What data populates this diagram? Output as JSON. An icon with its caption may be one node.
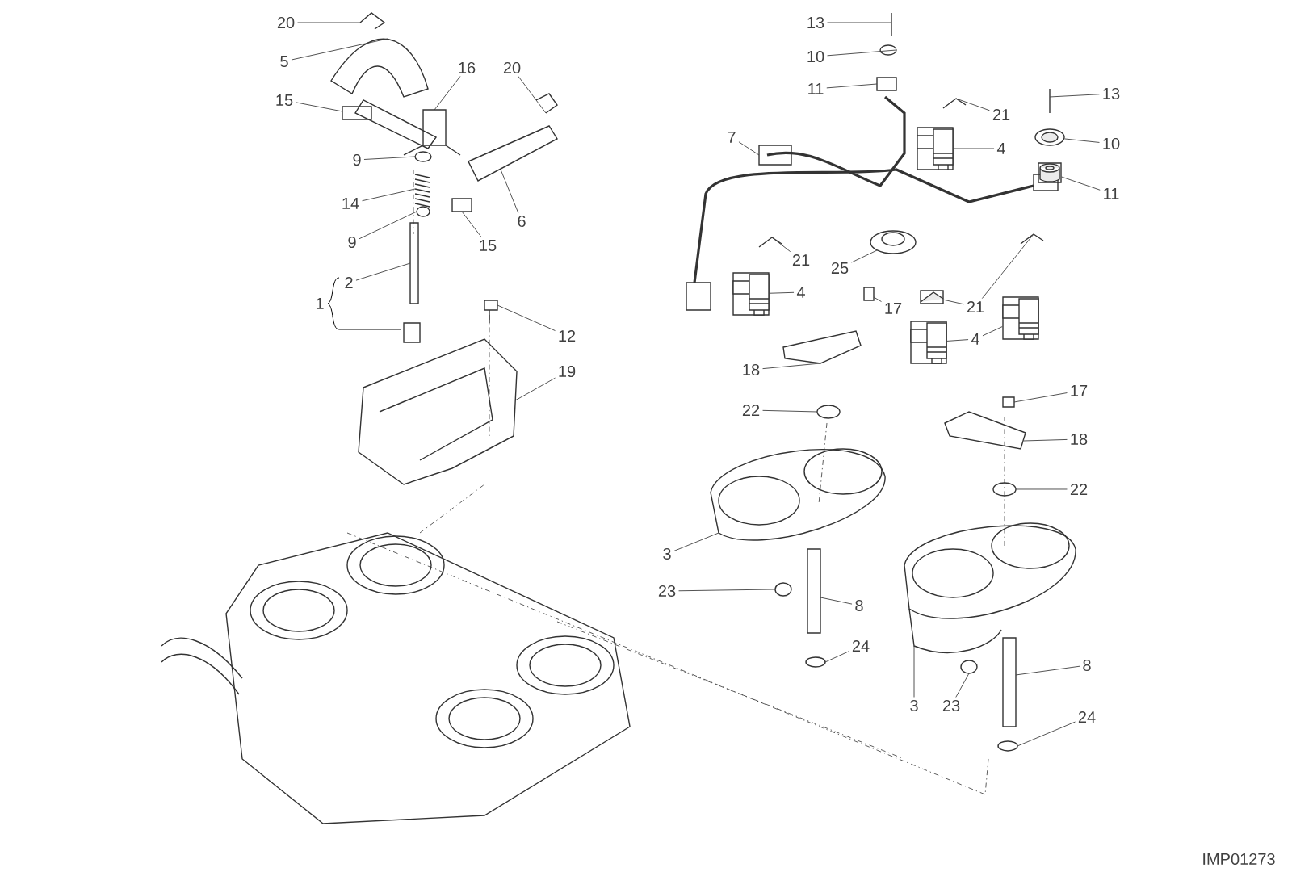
{
  "diagram": {
    "nodes": [
      {
        "text": [
          "20"
        ]
      },
      {
        "text": [
          "5"
        ]
      },
      {
        "text": [
          "15"
        ]
      },
      {
        "text": [
          "16"
        ]
      },
      {
        "text": [
          "20"
        ]
      },
      {
        "text": [
          "9"
        ]
      },
      {
        "text": [
          "14"
        ]
      },
      {
        "text": [
          "6"
        ]
      },
      {
        "text": [
          "9"
        ]
      },
      {
        "text": [
          "15"
        ]
      },
      {
        "text": [
          "2"
        ]
      },
      {
        "text": [
          "12"
        ]
      },
      {
        "text": [
          "19"
        ]
      },
      {
        "text": [
          "13"
        ]
      },
      {
        "text": [
          "10"
        ]
      },
      {
        "text": [
          "11"
        ]
      },
      {
        "text": [
          "7"
        ]
      },
      {
        "text": [
          "21"
        ]
      },
      {
        "text": [
          "4"
        ]
      },
      {
        "text": [
          "13"
        ]
      },
      {
        "text": [
          "10"
        ]
      },
      {
        "text": [
          "11"
        ]
      },
      {
        "text": [
          "21"
        ]
      },
      {
        "text": [
          "4"
        ]
      },
      {
        "text": [
          "25"
        ]
      },
      {
        "text": [
          "21"
        ]
      },
      {
        "text": [
          "4"
        ]
      },
      {
        "text": [
          "17"
        ]
      },
      {
        "text": [
          "18"
        ]
      },
      {
        "text": [
          "22"
        ]
      },
      {
        "text": [
          "17"
        ]
      },
      {
        "text": [
          "18"
        ]
      },
      {
        "text": [
          "22"
        ]
      },
      {
        "text": [
          "3"
        ]
      },
      {
        "text": [
          "23"
        ]
      },
      {
        "text": [
          "8"
        ]
      },
      {
        "text": [
          "24"
        ]
      },
      {
        "text": [
          "3"
        ]
      },
      {
        "text": [
          "23"
        ]
      },
      {
        "text": [
          "8"
        ]
      },
      {
        "text": [
          "24"
        ]
      },
      {
        "text": [],
        "shape": "box"
      },
      {
        "text": [],
        "shape": "picture"
      },
      {
        "text": [],
        "shape": "picture"
      },
      {
        "text": [],
        "shape": "box"
      },
      {
        "text": [],
        "shape": "picture"
      },
      {
        "text": [],
        "shape": "box"
      },
      {
        "text": [],
        "shape": "box"
      }
    ],
    "edges": [
      {
        "from": 0,
        "to": null,
        "arrow": "none"
      },
      {
        "from": 1,
        "to": null,
        "arrow": "none"
      },
      {
        "from": 2,
        "to": null,
        "arrow": "none"
      },
      {
        "from": 3,
        "to": null,
        "arrow": "none"
      },
      {
        "from": 4,
        "to": null,
        "arrow": "none"
      },
      {
        "from": 5,
        "to": null,
        "arrow": "none"
      },
      {
        "from": 6,
        "to": null,
        "arrow": "none"
      },
      {
        "from": 7,
        "to": null,
        "arrow": "none"
      },
      {
        "from": 8,
        "to": null,
        "arrow": "none"
      },
      {
        "from": 9,
        "to": null,
        "arrow": "none"
      },
      {
        "from": 10,
        "to": null,
        "arrow": "none"
      },
      {
        "from": 11,
        "to": null,
        "arrow": "none"
      },
      {
        "from": 12,
        "to": null,
        "arrow": "none"
      },
      {
        "from": 13,
        "to": null,
        "arrow": "none"
      },
      {
        "from": 14,
        "to": null,
        "arrow": "none"
      },
      {
        "from": 15,
        "to": null,
        "arrow": "none"
      },
      {
        "from": 16,
        "to": null,
        "arrow": "none"
      },
      {
        "from": 17,
        "to": null,
        "arrow": "none"
      },
      {
        "from": 18,
        "to": 41,
        "arrow": "none"
      },
      {
        "from": 19,
        "to": null,
        "arrow": "none"
      },
      {
        "from": 20,
        "to": 42,
        "arrow": "none"
      },
      {
        "from": 21,
        "to": 43,
        "arrow": "none"
      },
      {
        "from": 22,
        "to": null,
        "arrow": "none"
      },
      {
        "from": 23,
        "to": 44,
        "arrow": "none"
      },
      {
        "from": 24,
        "to": null,
        "arrow": "none"
      },
      {
        "from": 25,
        "to": 45,
        "arrow": "none"
      },
      {
        "from": 25,
        "to": null,
        "arrow": "none"
      },
      {
        "from": 26,
        "to": 47,
        "arrow": "none"
      },
      {
        "from": 26,
        "to": 46,
        "arrow": "none"
      },
      {
        "from": 27,
        "to": null,
        "arrow": "none"
      },
      {
        "from": 28,
        "to": null,
        "arrow": "none"
      },
      {
        "from": 29,
        "to": null,
        "arrow": "none"
      },
      {
        "from": 30,
        "to": null,
        "arrow": "none"
      },
      {
        "from": 31,
        "to": null,
        "arrow": "none"
      },
      {
        "from": 32,
        "to": null,
        "arrow": "none"
      },
      {
        "from": 33,
        "to": null,
        "arrow": "none"
      },
      {
        "from": 34,
        "to": null,
        "arrow": "none"
      },
      {
        "from": 35,
        "to": null,
        "arrow": "none"
      },
      {
        "from": 36,
        "to": null,
        "arrow": "none"
      },
      {
        "from": 37,
        "to": null,
        "arrow": "none"
      },
      {
        "from": 38,
        "to": null,
        "arrow": "none"
      },
      {
        "from": 39,
        "to": null,
        "arrow": "none"
      },
      {
        "from": 40,
        "to": null,
        "arrow": "none"
      }
    ],
    "labels": [
      "1",
      "IMP01273"
    ]
  }
}
